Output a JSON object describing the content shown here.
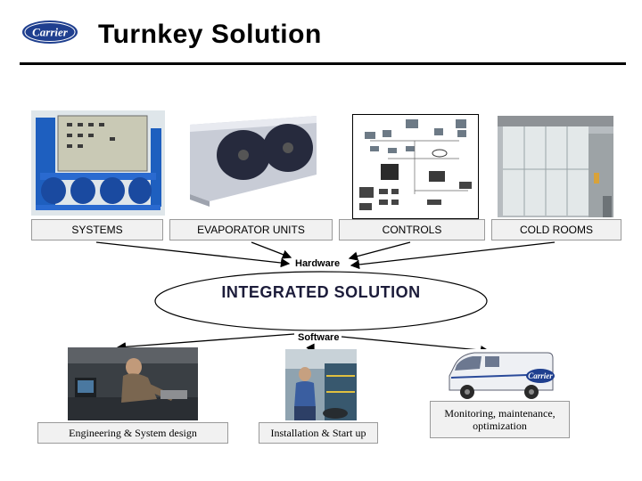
{
  "header": {
    "title": "Turnkey Solution",
    "logo_text": "Carrier"
  },
  "hardware_items": [
    {
      "label": "SYSTEMS"
    },
    {
      "label": "EVAPORATOR UNITS"
    },
    {
      "label": "CONTROLS"
    },
    {
      "label": "COLD ROOMS"
    }
  ],
  "hardware_label": "Hardware",
  "integrated_label": "INTEGRATED SOLUTION",
  "software_label": "Software",
  "software_items": [
    {
      "label": "Engineering & System design"
    },
    {
      "label": "Installation & Start up"
    },
    {
      "label": "Monitoring, maintenance, optimization"
    }
  ],
  "van_logo_text": "Carrier",
  "colors": {
    "logo_blue": "#1f3f8f",
    "label_bg": "#f1f1f1"
  }
}
